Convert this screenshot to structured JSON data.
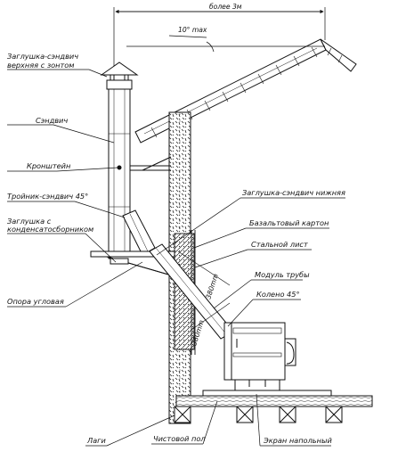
{
  "dimensions": {
    "roof_distance": "более 3м",
    "roof_angle": "10° max",
    "pipe_length_upper": "380mm",
    "pipe_length_lower": "380mm"
  },
  "labels": {
    "cap_line1": "Заглушка-сэндвич",
    "cap_line2": "верхняя с зонтом",
    "sandwich": "Сэндвич",
    "bracket": "Кронштейн",
    "tee": "Тройник-сэндвич 45°",
    "condensate_line1": "Заглушка с",
    "condensate_line2": "конденсатосборником",
    "corner_support": "Опора угловая",
    "bottom_cap": "Заглушка-сэндвич нижняя",
    "basalt": "Базальтовый картон",
    "steel_sheet": "Стальной лист",
    "pipe_module": "Модуль трубы",
    "elbow": "Колено 45°",
    "joists": "Лаги",
    "subfloor": "Чистовой пол",
    "floor_screen": "Экран напольный"
  },
  "colors": {
    "line": "#111111",
    "paper": "#ffffff"
  }
}
